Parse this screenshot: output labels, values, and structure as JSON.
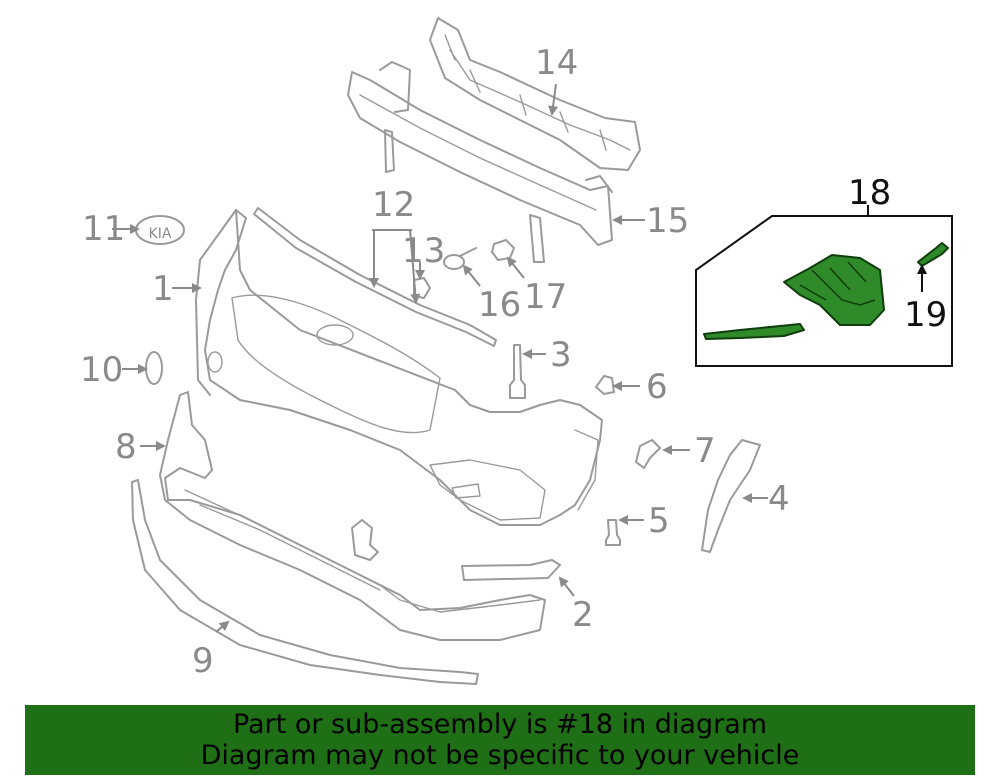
{
  "labels": {
    "n1": "1",
    "n2": "2",
    "n3": "3",
    "n4": "4",
    "n5": "5",
    "n6": "6",
    "n7": "7",
    "n8": "8",
    "n9": "9",
    "n10": "10",
    "n11": "11",
    "n12": "12",
    "n13": "13",
    "n14": "14",
    "n15": "15",
    "n16": "16",
    "n17": "17",
    "n18": "18",
    "n19": "19"
  },
  "emblem_text": "KIA",
  "highlight_color": "#2f8a2a",
  "banner": {
    "line1": "Part or sub-assembly is #18 in diagram",
    "line2": "Diagram may not be specific to your vehicle",
    "color": "#1f6f16"
  }
}
